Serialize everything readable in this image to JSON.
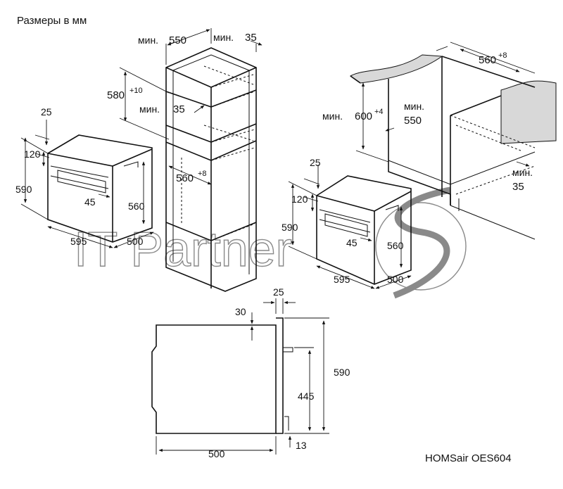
{
  "header": {
    "title": "Размеры в мм"
  },
  "footer": {
    "model": "HOMSair OES604"
  },
  "watermark": {
    "text": "IT Partner"
  },
  "colors": {
    "line": "#111111",
    "worktop": "#d8d8d8",
    "watermark": "#8a8a8a"
  },
  "tall_unit": {
    "min_label": "мин.",
    "width_min": "550",
    "gap_min": "35",
    "height": "580",
    "height_tol": "+10",
    "inner_gap": "35",
    "opening_width": "560",
    "opening_tol": "+8"
  },
  "oven_left": {
    "d25": "25",
    "d120": "120",
    "d590": "590",
    "d45": "45",
    "d560": "560",
    "d595": "595",
    "d500": "500"
  },
  "under_counter": {
    "min_label": "мин.",
    "width": "560",
    "width_tol": "+8",
    "height_min": "600",
    "height_tol": "+4",
    "depth_min": "550",
    "gap_min": "35"
  },
  "oven_right": {
    "d25": "25",
    "d120": "120",
    "d590": "590",
    "d45": "45",
    "d560": "560",
    "d595": "595",
    "d500": "500"
  },
  "side_view": {
    "d25": "25",
    "d30": "30",
    "d590": "590",
    "d445": "445",
    "d500": "500",
    "d13": "13"
  }
}
